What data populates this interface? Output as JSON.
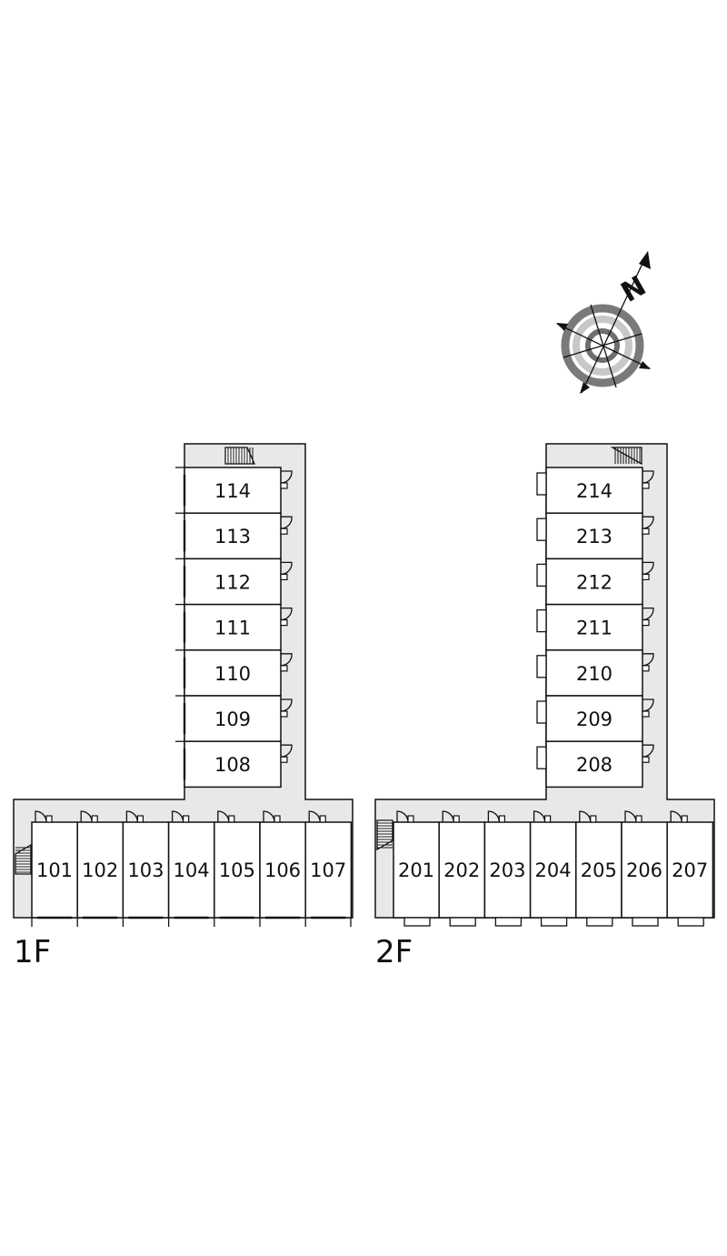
{
  "compass": {
    "north_label": "N",
    "ring_outer_color": "#7a7a7a",
    "ring_inner_color": "#c8c8c8"
  },
  "colors": {
    "corridor": "#e8e8e8",
    "line": "#111111",
    "unit_fill": "#ffffff"
  },
  "floors": [
    {
      "label": "1F",
      "horizontal_units": [
        "101",
        "102",
        "103",
        "104",
        "105",
        "106",
        "107"
      ],
      "vertical_units": [
        "114",
        "113",
        "112",
        "111",
        "110",
        "109",
        "108"
      ]
    },
    {
      "label": "2F",
      "horizontal_units": [
        "201",
        "202",
        "203",
        "204",
        "205",
        "206",
        "207"
      ],
      "vertical_units": [
        "214",
        "213",
        "212",
        "211",
        "210",
        "209",
        "208"
      ]
    }
  ]
}
